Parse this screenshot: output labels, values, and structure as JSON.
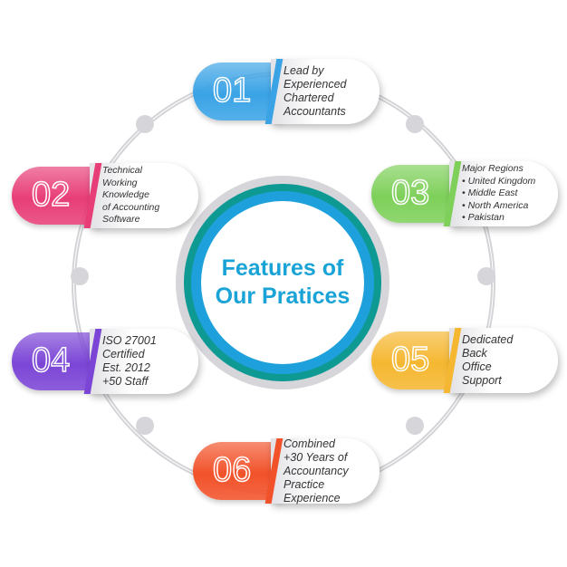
{
  "title_line1": "Features of",
  "title_line2": "Our Pratices",
  "colors": {
    "teal": "#0e9a93",
    "blue": "#1ea0dc",
    "title": "#1aa3d6"
  },
  "items": [
    {
      "number": "01",
      "lines": [
        "Lead by",
        "Experienced",
        "Chartered",
        "Accountants"
      ],
      "color": "#3aa3e6"
    },
    {
      "number": "02",
      "lines": [
        "Technical",
        "Working",
        "Knowledge",
        "of Accounting",
        "Software"
      ],
      "color": "#e83e78"
    },
    {
      "number": "03",
      "lines": [
        "Major Regions",
        "• United Kingdom",
        "• Middle East",
        "• North America",
        "• Pakistan"
      ],
      "color": "#7ed05a"
    },
    {
      "number": "04",
      "lines": [
        "ISO 27001",
        "Certified",
        "Est. 2012",
        "+50 Staff"
      ],
      "color": "#7b45d6"
    },
    {
      "number": "05",
      "lines": [
        "Dedicated",
        "Back",
        "Office",
        "Support"
      ],
      "color": "#f5b731"
    },
    {
      "number": "06",
      "lines": [
        "Combined",
        "+30 Years of",
        "Accountancy",
        "Practice Experience"
      ],
      "color": "#f2522a"
    }
  ]
}
